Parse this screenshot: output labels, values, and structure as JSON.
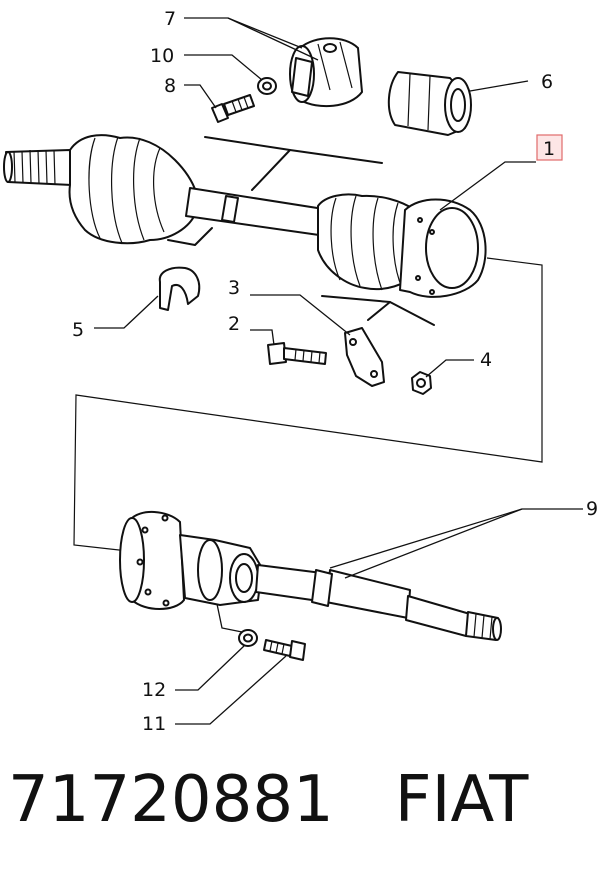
{
  "callouts": {
    "c1": "1",
    "c2": "2",
    "c3": "3",
    "c4": "4",
    "c5": "5",
    "c6": "6",
    "c7": "7",
    "c8": "8",
    "c9": "9",
    "c10": "10",
    "c11": "11",
    "c12": "12"
  },
  "caption": {
    "part_number": "71720881",
    "brand": "FIAT"
  },
  "colors": {
    "ink": "#111111",
    "highlight_fill": "#fde6e6",
    "highlight_stroke": "#e06a6a"
  }
}
